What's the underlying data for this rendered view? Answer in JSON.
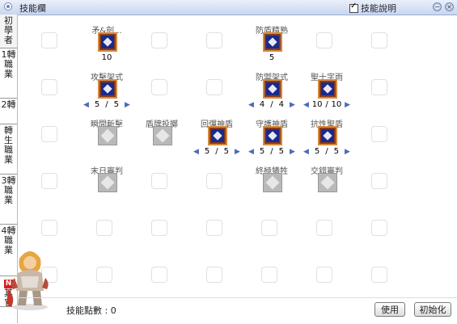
{
  "window": {
    "title": "技能欄",
    "desc_toggle_label": "技能說明",
    "desc_toggle_checked": true
  },
  "tabs": [
    {
      "label": "初學者",
      "active": true
    },
    {
      "label": "1轉職業",
      "active": false
    },
    {
      "label": "2轉",
      "active": false
    },
    {
      "label": "轉生職業",
      "active": false
    },
    {
      "label": "3轉職業",
      "active": false
    },
    {
      "label": "4轉職業",
      "active": false
    },
    {
      "label": "其它",
      "badge": "N",
      "active": false
    }
  ],
  "skills": [
    {
      "name": "矛&劍...",
      "level_text": "10",
      "state": "learned",
      "col": 1,
      "row": 0
    },
    {
      "name": "防盾精熟",
      "level_text": "5",
      "state": "learned",
      "col": 4,
      "row": 0
    },
    {
      "name": "攻擊架式",
      "level_cur": "5",
      "level_max": "5",
      "state": "learned",
      "col": 1,
      "row": 1
    },
    {
      "name": "防禦架式",
      "level_cur": "4",
      "level_max": "4",
      "state": "learned",
      "col": 4,
      "row": 1
    },
    {
      "name": "聖十字雨",
      "level_cur": "10",
      "level_max": "10",
      "state": "learned",
      "col": 5,
      "row": 1
    },
    {
      "name": "瞬間斬擊",
      "state": "locked",
      "col": 1,
      "row": 2
    },
    {
      "name": "盾牌投擲",
      "state": "locked",
      "col": 2,
      "row": 2
    },
    {
      "name": "回彈神盾",
      "level_cur": "5",
      "level_max": "5",
      "state": "learned",
      "col": 3,
      "row": 2
    },
    {
      "name": "守護神盾",
      "level_cur": "5",
      "level_max": "5",
      "state": "learned",
      "col": 4,
      "row": 2
    },
    {
      "name": "抗性聖盾",
      "level_cur": "5",
      "level_max": "5",
      "state": "learned",
      "col": 5,
      "row": 2
    },
    {
      "name": "末日審判",
      "state": "locked",
      "col": 1,
      "row": 3
    },
    {
      "name": "終極犧牲",
      "state": "locked",
      "col": 4,
      "row": 3
    },
    {
      "name": "交錯審判",
      "state": "locked",
      "col": 5,
      "row": 3
    }
  ],
  "footer": {
    "points_label": "技能點數 : 0",
    "use_button": "使用",
    "reset_button": "初始化"
  }
}
